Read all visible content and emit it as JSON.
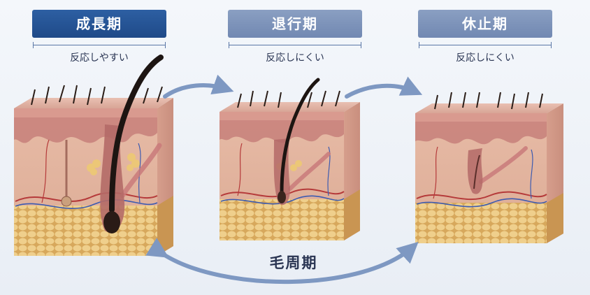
{
  "phases": [
    {
      "title": "成長期",
      "subtitle": "反応しやすい",
      "highlight": true
    },
    {
      "title": "退行期",
      "subtitle": "反応しにくい",
      "highlight": false
    },
    {
      "title": "休止期",
      "subtitle": "反応しにくい",
      "highlight": false
    }
  ],
  "cycle_label": "毛周期",
  "colors": {
    "active_header": "#1f4a88",
    "muted_header": "#7a90b8",
    "arrow": "#7e98c2",
    "skin_surface": "#e2b2a4",
    "skin_body": "#e7c2ad",
    "fat": "#e6c27a",
    "hair": "#1d1512"
  },
  "icons": [
    "skin-block-anagen",
    "skin-block-catagen",
    "skin-block-telogen",
    "cycle-arrow"
  ]
}
